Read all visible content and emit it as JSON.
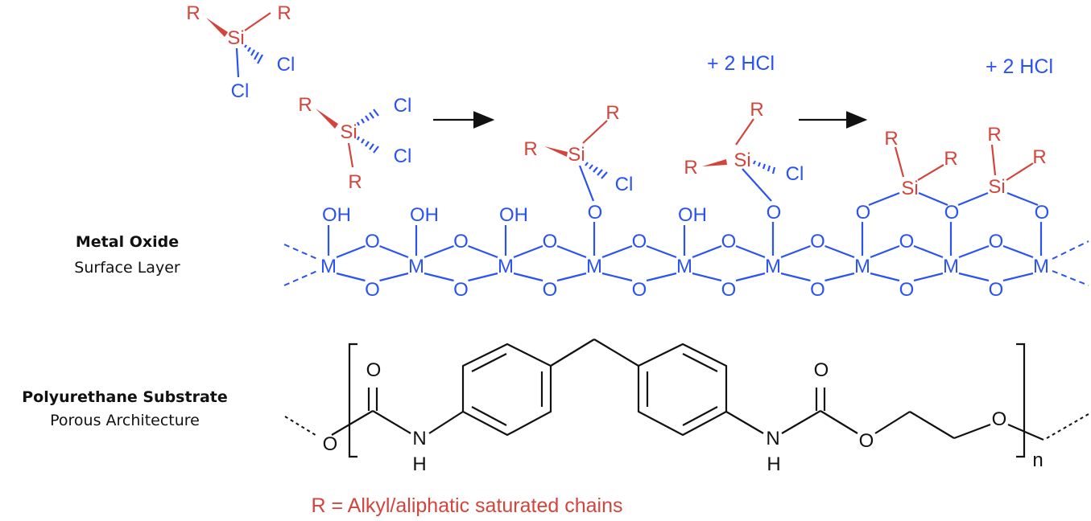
{
  "labels": {
    "metal_oxide_title": "Metal Oxide",
    "metal_oxide_subtitle": "Surface Layer",
    "polyurethane_title": "Polyurethane Substrate",
    "polyurethane_subtitle": "Porous Architecture",
    "byproduct_1": "+ 2 HCl",
    "byproduct_2": "+ 2 HCl",
    "legend": "R = Alkyl/aliphatic saturated chains"
  },
  "atoms": {
    "si": "Si",
    "r": "R",
    "cl": "Cl",
    "o": "O",
    "m": "M",
    "oh": "OH",
    "h": "H",
    "n": "N",
    "subscript_n": "n"
  },
  "colors": {
    "red": "#d2453c",
    "blue": "#2a53f0",
    "black": "#111111"
  }
}
